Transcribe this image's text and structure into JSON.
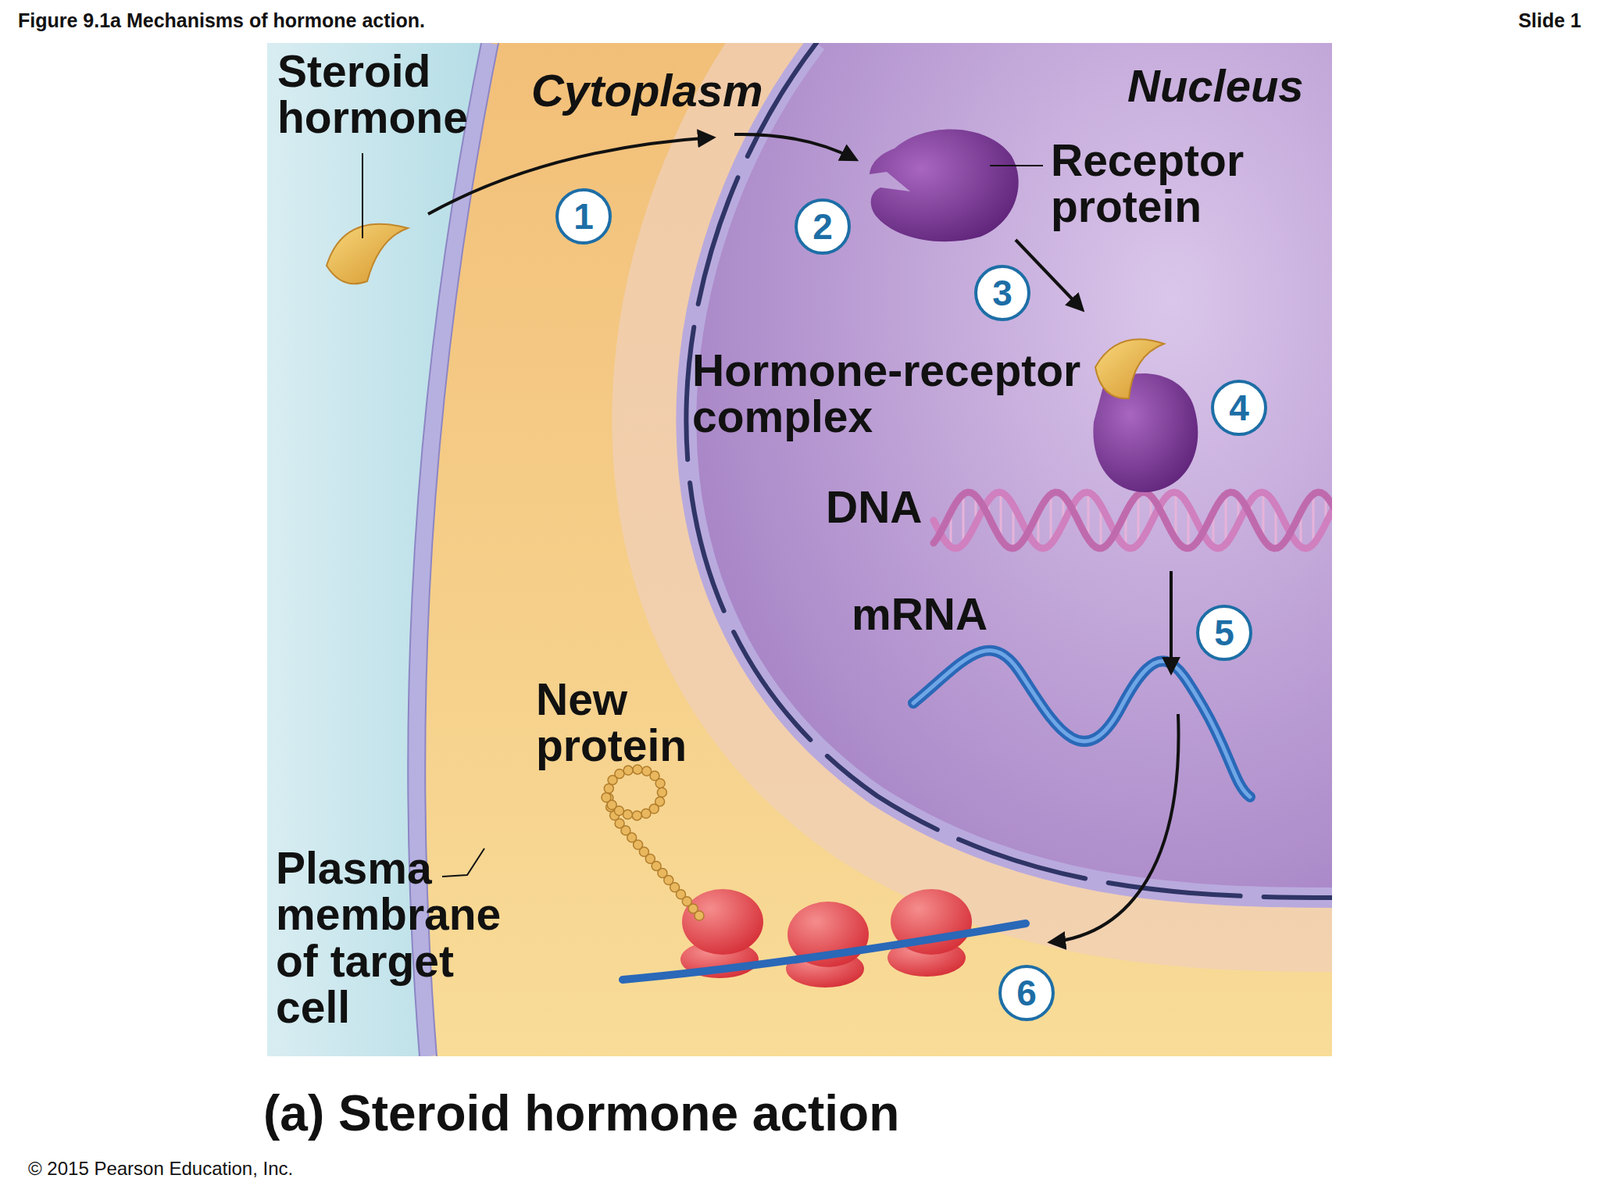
{
  "diagram": {
    "title": "Figure 9.1a Mechanisms of hormone action.",
    "caption": "(a) Steroid hormone action",
    "labels": [
      "Slide 1",
      "Steroid hormone",
      "Cytoplasm",
      "Nucleus",
      "1",
      "2",
      "Receptor protein",
      "3",
      "Hormone-receptor complex",
      "4",
      "DNA",
      "mRNA",
      "5",
      "New protein",
      "Plasma membrane of target cell",
      "6",
      "© 2015 Pearson Education, Inc."
    ]
  }
}
